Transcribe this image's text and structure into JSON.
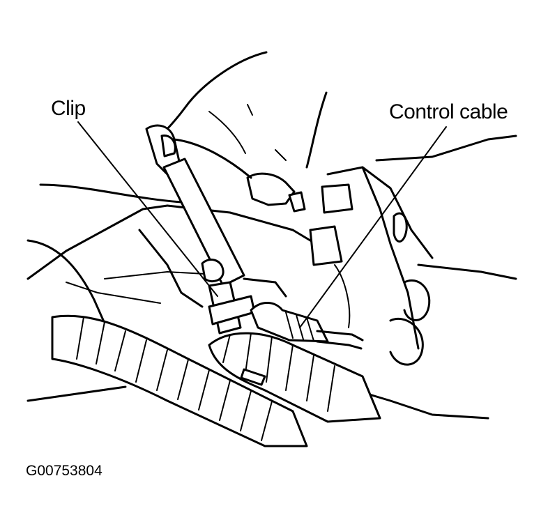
{
  "labels": {
    "clip": "Clip",
    "control_cable": "Control cable"
  },
  "figure_id": "G00753804",
  "colors": {
    "ink": "#000000",
    "paper": "#ffffff"
  }
}
